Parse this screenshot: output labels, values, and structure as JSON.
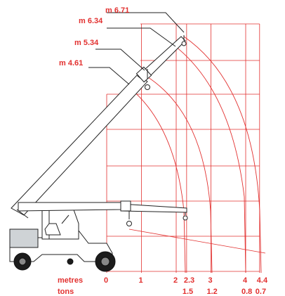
{
  "labels": {
    "heights": [
      "m 6.71",
      "m 6.34",
      "m 5.34",
      "m 4.61"
    ],
    "metres_label": "metres",
    "tons_label": "tons"
  },
  "chart_data": {
    "type": "line",
    "x_ticks": [
      "0",
      "1",
      "2",
      "2.3",
      "3",
      "4",
      "4.4"
    ],
    "ton_ticks": [
      "1.5",
      "1.2",
      "0.8",
      "0.7"
    ],
    "radii_m": [
      0,
      1,
      2,
      2.3,
      3,
      4,
      4.4
    ],
    "capacity_by_radius": [
      {
        "radius": 2.3,
        "tons": 1.5
      },
      {
        "radius": 3,
        "tons": 1.2
      },
      {
        "radius": 4,
        "tons": 0.8
      },
      {
        "radius": 4.4,
        "tons": 0.7
      }
    ],
    "hook_heights_m": [
      6.71,
      6.34,
      5.34,
      4.61
    ],
    "grid": true
  },
  "colors": {
    "accent": "#e2302f",
    "machine_body": "#cfd3d6",
    "outline": "#222222"
  }
}
